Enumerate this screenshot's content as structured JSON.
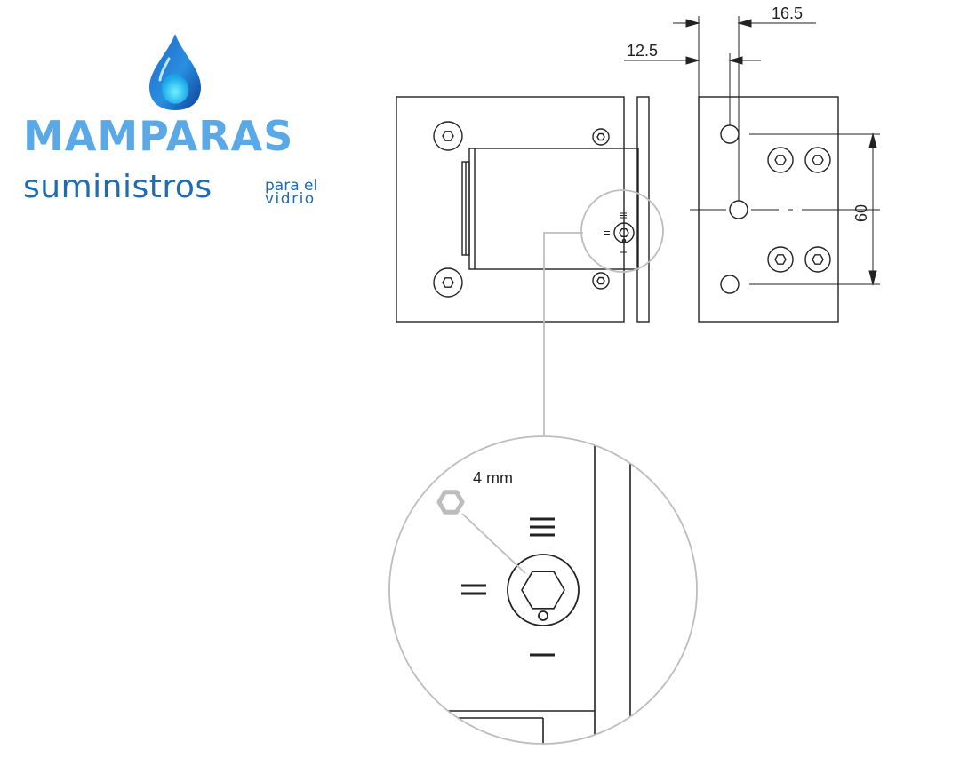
{
  "brand": {
    "name": "MAMPARAS",
    "subname": "suministros",
    "tagline_line1": "para el",
    "tagline_line2": "vidrio",
    "logo_icon": "water-drop-icon",
    "colors": {
      "primary_light": "#5aa9e6",
      "primary_dark": "#1f6db0"
    }
  },
  "drawing": {
    "dimensions": {
      "top_right": "16.5",
      "top_left": "12.5",
      "height": "60"
    },
    "detail": {
      "wrench_label": "4 mm"
    }
  }
}
